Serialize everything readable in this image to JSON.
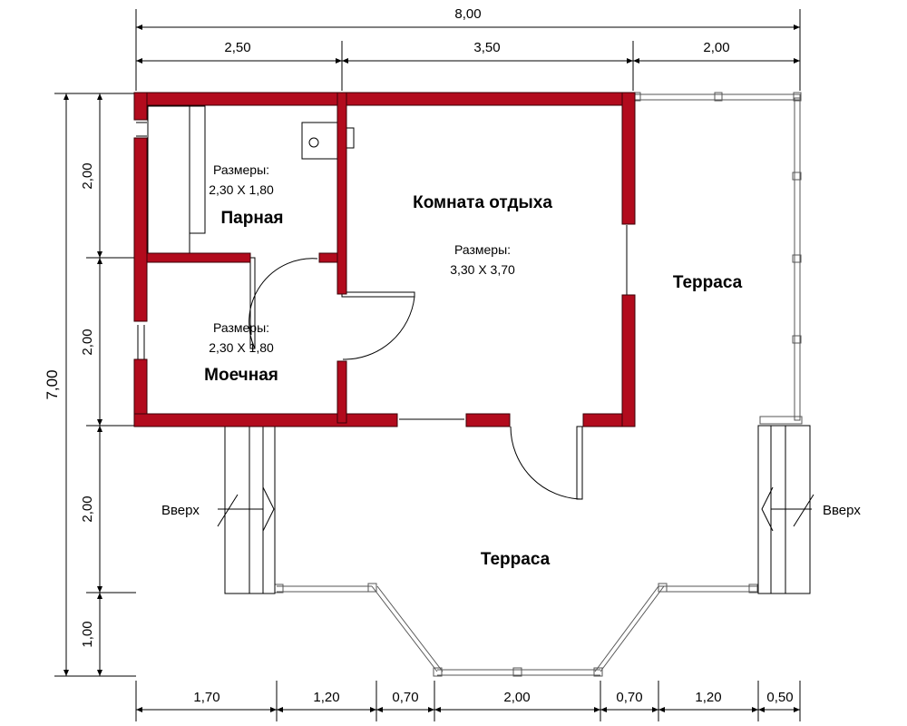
{
  "title": "",
  "dimensions": {
    "top_total": "8,00",
    "top_segments": [
      "2,50",
      "3,50",
      "2,00"
    ],
    "left_total": "7,00",
    "left_segments": [
      "2,00",
      "2,00",
      "2,00",
      "1,00"
    ],
    "bottom_segments": [
      "1,70",
      "1,20",
      "0,70",
      "2,00",
      "0,70",
      "1,20",
      "0,50"
    ]
  },
  "rooms": {
    "steam": {
      "name": "Парная",
      "size_label": "Размеры:",
      "size_value": "2,30 X 1,80"
    },
    "wash": {
      "name": "Моечная",
      "size_label": "Размеры:",
      "size_value": "2,30 X 1,80"
    },
    "rest": {
      "name": "Комната отдыха",
      "size_label": "Размеры:",
      "size_value": "3,30 X 3,70"
    },
    "terrace_side": {
      "name": "Терраса"
    },
    "terrace_front": {
      "name": "Терраса"
    }
  },
  "stairs": {
    "left_label": "Вверх",
    "right_label": "Вверх"
  },
  "colors": {
    "wall": "#b20b1d",
    "line": "#000000"
  }
}
